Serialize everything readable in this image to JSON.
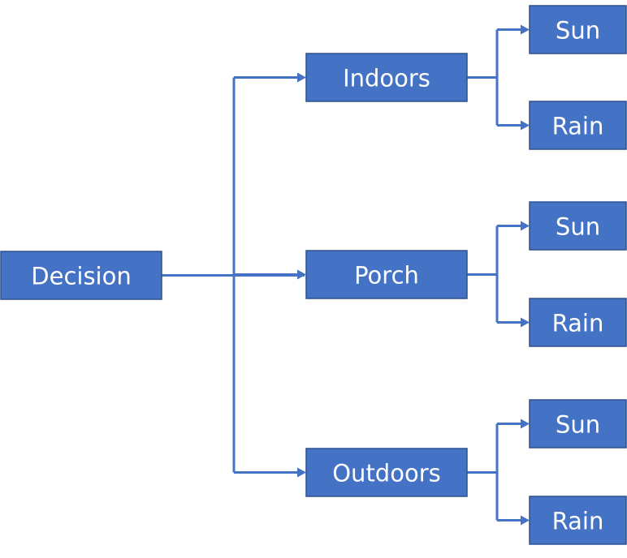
{
  "diagram": {
    "type": "decision-tree",
    "colors": {
      "node_fill": "#4472C4",
      "node_border": "#2F528F",
      "edge": "#4472C4",
      "label": "#FFFFFF"
    },
    "root": {
      "id": "decision",
      "label": "Decision"
    },
    "options": [
      {
        "id": "indoors",
        "label": "Indoors",
        "outcomes": [
          {
            "id": "indoors-sun",
            "label": "Sun"
          },
          {
            "id": "indoors-rain",
            "label": "Rain"
          }
        ]
      },
      {
        "id": "porch",
        "label": "Porch",
        "outcomes": [
          {
            "id": "porch-sun",
            "label": "Sun"
          },
          {
            "id": "porch-rain",
            "label": "Rain"
          }
        ]
      },
      {
        "id": "outdoors",
        "label": "Outdoors",
        "outcomes": [
          {
            "id": "outdoors-sun",
            "label": "Sun"
          },
          {
            "id": "outdoors-rain",
            "label": "Rain"
          }
        ]
      }
    ]
  }
}
